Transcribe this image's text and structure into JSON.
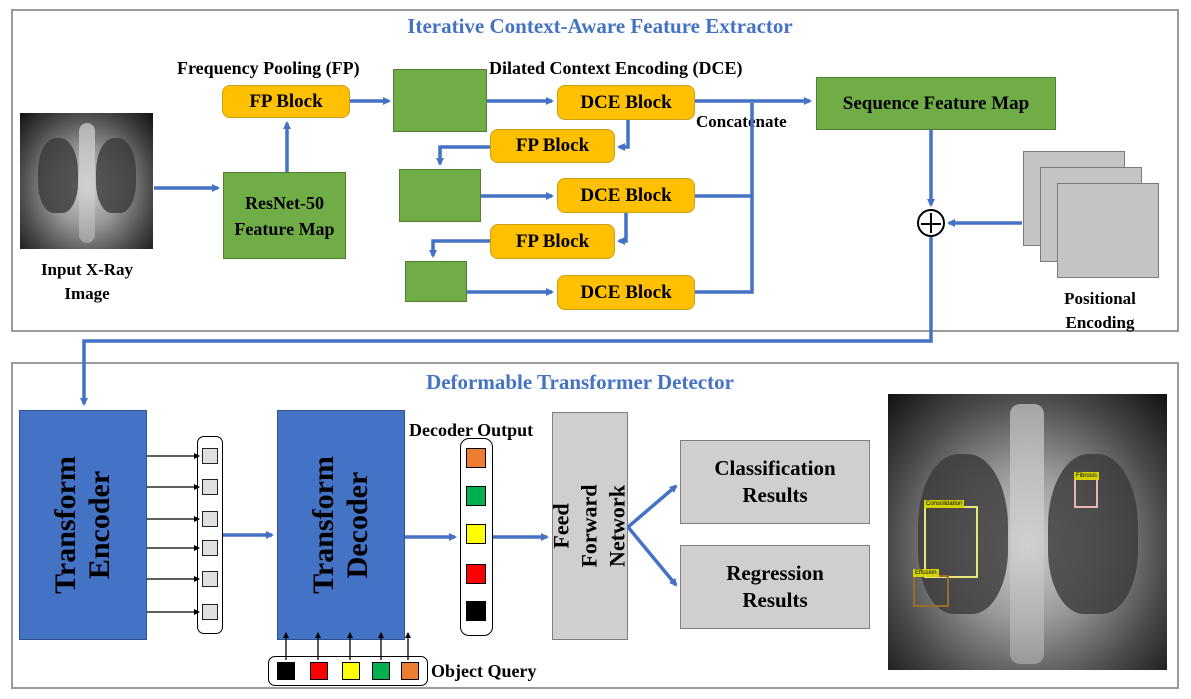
{
  "top_panel": {
    "title": "Iterative Context-Aware Feature Extractor",
    "input_label": "Input X-Ray Image",
    "fp_heading": "Frequency Pooling (FP)",
    "dce_heading": "Dilated Context Encoding (DCE)",
    "fp_block": "FP Block",
    "dce_block": "DCE Block",
    "resnet_label": "ResNet-50 Feature Map",
    "concatenate_label": "Concatenate",
    "sequence_label": "Sequence Feature Map",
    "positional_label": "Positional Encoding",
    "add_symbol": "⊕"
  },
  "bottom_panel": {
    "title": "Deformable Transformer Detector",
    "encoder_label": "Transform Encoder",
    "decoder_label": "Transform Decoder",
    "decoder_output_label": "Decoder Output",
    "ffn_label": "Feed Forward Network",
    "classification_label": "Classification Results",
    "regression_label": "Regression Results",
    "object_query_label": "Object Query",
    "output_box_labels": [
      "Fibrosis",
      "Consolidation",
      "Effusion"
    ]
  },
  "colors": {
    "query_squares": [
      "#000000",
      "#ff0000",
      "#ffff00",
      "#00b050",
      "#ed7d31"
    ],
    "output_squares": [
      "#ed7d31",
      "#00b050",
      "#ffff00",
      "#ff0000",
      "#000000"
    ],
    "accent_blue": "#4472c4",
    "fp_orange": "#ffc000",
    "feature_green": "#70ad47"
  }
}
